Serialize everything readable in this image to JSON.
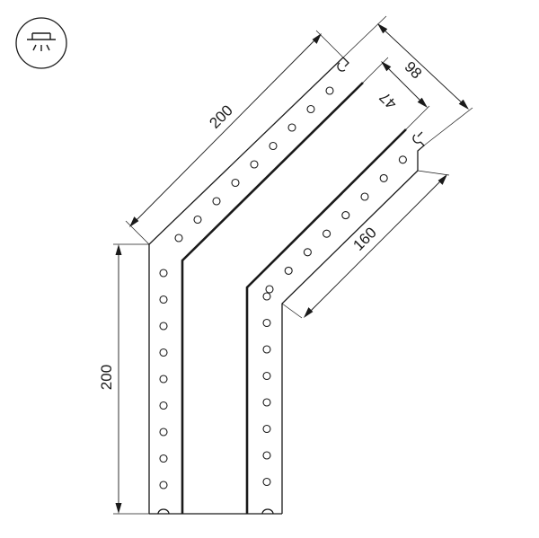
{
  "icon": {
    "name": "ceiling-mount-icon"
  },
  "dimensions": {
    "vertical_length": "200",
    "angled_length": "200",
    "inner_length": "160",
    "total_width": "98",
    "groove_width": "47"
  }
}
